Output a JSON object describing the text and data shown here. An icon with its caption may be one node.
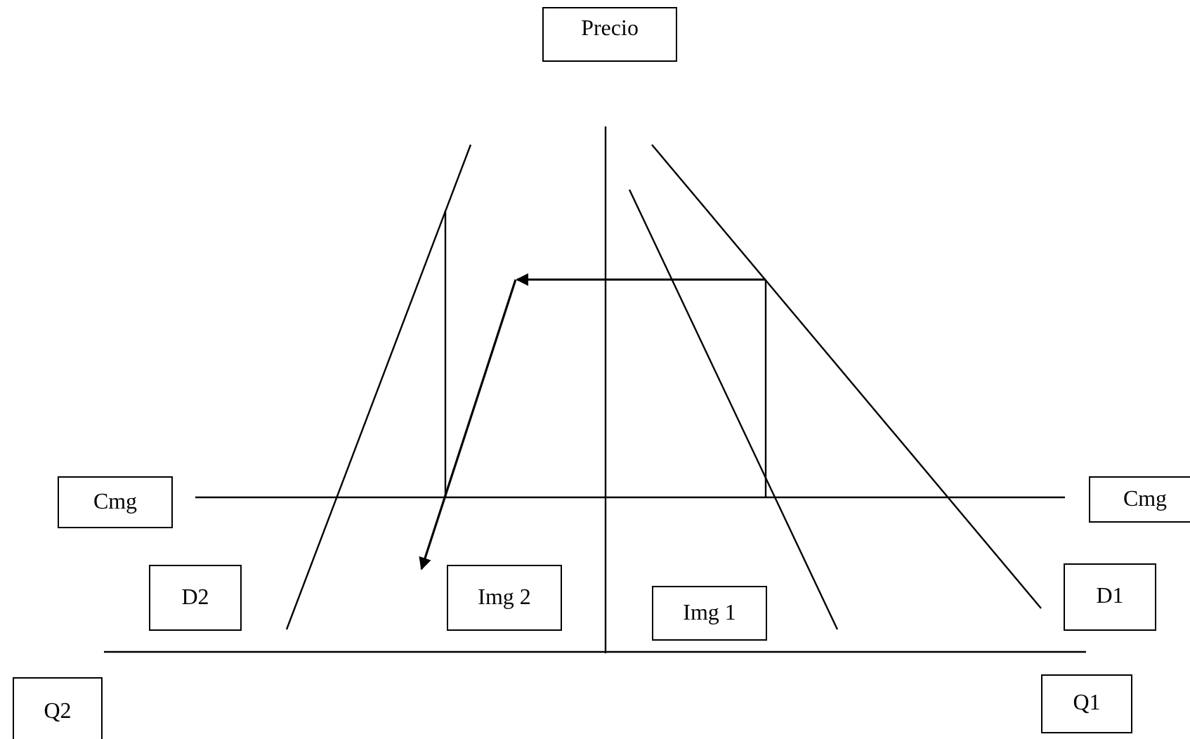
{
  "diagram": {
    "nodes": [
      {
        "text": [
          "Precio"
        ]
      },
      {
        "text": [
          "Cmg"
        ]
      },
      {
        "text": [
          "Cmg"
        ]
      },
      {
        "text": [
          "D2"
        ]
      },
      {
        "text": [
          "Img 2"
        ]
      },
      {
        "text": [
          "Img 1"
        ]
      },
      {
        "text": [
          "D1"
        ]
      },
      {
        "text": [
          "Q2"
        ]
      },
      {
        "text": [
          "Q1"
        ]
      }
    ]
  }
}
